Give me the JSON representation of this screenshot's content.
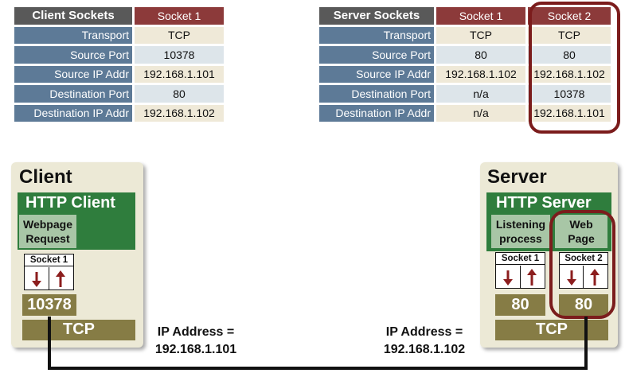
{
  "client_table": {
    "title": "Client Sockets",
    "columns": [
      "Socket 1"
    ],
    "rows": [
      {
        "label": "Transport",
        "values": [
          "TCP"
        ]
      },
      {
        "label": "Source Port",
        "values": [
          "10378"
        ]
      },
      {
        "label": "Source IP Addr",
        "values": [
          "192.168.1.101"
        ]
      },
      {
        "label": "Destination Port",
        "values": [
          "80"
        ]
      },
      {
        "label": "Destination IP Addr",
        "values": [
          "192.168.1.102"
        ]
      }
    ]
  },
  "server_table": {
    "title": "Server Sockets",
    "columns": [
      "Socket 1",
      "Socket 2"
    ],
    "rows": [
      {
        "label": "Transport",
        "values": [
          "TCP",
          "TCP"
        ]
      },
      {
        "label": "Source Port",
        "values": [
          "80",
          "80"
        ]
      },
      {
        "label": "Source IP Addr",
        "values": [
          "192.168.1.102",
          "192.168.1.102"
        ]
      },
      {
        "label": "Destination Port",
        "values": [
          "n/a",
          "10378"
        ]
      },
      {
        "label": "Destination IP Addr",
        "values": [
          "n/a",
          "192.168.1.101"
        ]
      }
    ]
  },
  "client": {
    "title": "Client",
    "app": "HTTP Client",
    "request_lines": [
      "Webpage",
      "Request"
    ],
    "socket_label": "Socket 1",
    "port": "10378",
    "transport": "TCP",
    "ip_lines": [
      "IP Address =",
      "192.168.1.101"
    ]
  },
  "server": {
    "title": "Server",
    "app": "HTTP Server",
    "listening_lines": [
      "Listening",
      "process"
    ],
    "webpage_lines": [
      "Web",
      "Page"
    ],
    "socket1_label": "Socket 1",
    "socket2_label": "Socket 2",
    "port1": "80",
    "port2": "80",
    "transport": "TCP",
    "ip_lines": [
      "IP Address =",
      "192.168.1.102"
    ]
  },
  "colors": {
    "highlight": "#7b1c1c",
    "arrow": "#8c1e1e",
    "app_green": "#2f7d3d",
    "port_olive": "#867c45"
  }
}
